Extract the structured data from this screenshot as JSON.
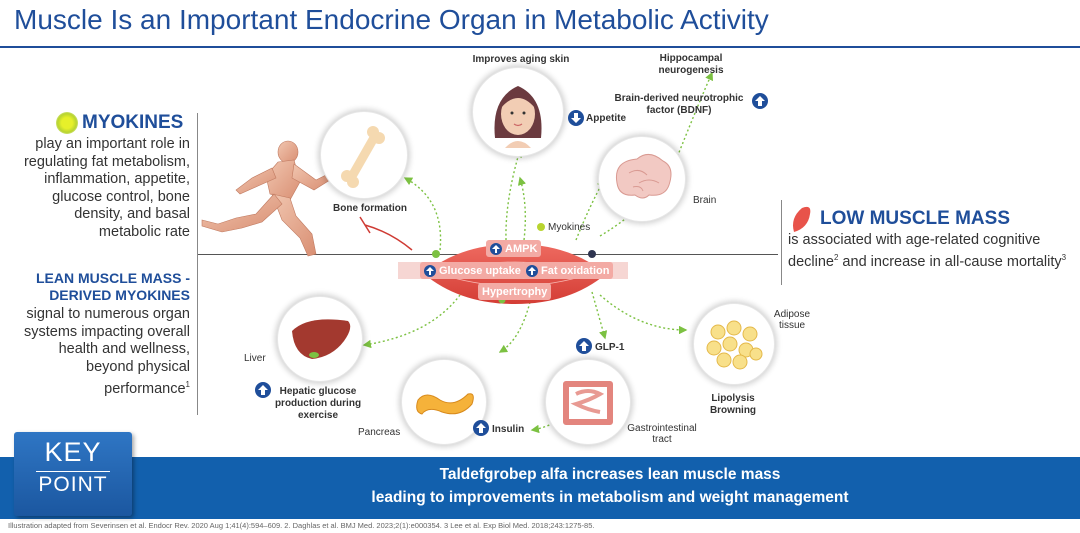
{
  "title": "Muscle Is an Important Endocrine Organ in Metabolic Activity",
  "left": {
    "myokines_title": "MYOKINES",
    "myokines_desc": "play an important role in regulating fat metabolism, inflammation, appetite, glucose control, bone density, and basal metabolic rate",
    "lean_title": "LEAN MUSCLE MASS -DERIVED MYOKINES",
    "lean_desc": "signal to numerous organ systems impacting overall health and wellness, beyond physical performance",
    "lean_desc_sup": "1"
  },
  "right": {
    "title": "LOW MUSCLE MASS",
    "desc_part1": "is associated with age-related cognitive decline",
    "sup1": "2",
    "desc_part2": " and increase in all-cause mortality",
    "sup2": "3"
  },
  "diagram": {
    "skin": "Improves aging skin",
    "hippocampal": "Hippocampal neurogenesis",
    "bdnf": "Brain-derived neurotrophic factor (BDNF)",
    "appetite": "Appetite",
    "brain": "Brain",
    "bone": "Bone formation",
    "myokines": "Myokines",
    "ampk": "AMPK",
    "glucose_uptake": "Glucose uptake",
    "fat_oxidation": "Fat oxidation",
    "hypertrophy": "Hypertrophy",
    "adipose": "Adipose tissue",
    "lipolysis": "Lipolysis Browning",
    "liver": "Liver",
    "hepatic": "Hepatic glucose production during exercise",
    "pancreas": "Pancreas",
    "insulin": "Insulin",
    "glp1": "GLP-1",
    "gi": "Gastrointestinal tract"
  },
  "keypoint": {
    "line1": "KEY",
    "line2": "POINT"
  },
  "banner": {
    "line1": "Taldefgrobep alfa increases lean muscle mass",
    "line2": "leading to improvements in metabolism and weight management"
  },
  "footnote": "Illustration adapted from Severinsen et al. Endocr Rev. 2020 Aug 1;41(4):594–609. 2. Daghlas et al. BMJ Med. 2023;2(1):e000354. 3 Lee et al. Exp Biol Med. 2018;243:1275-85.",
  "colors": {
    "brand_blue": "#1f4e9a",
    "banner_blue": "#1260ad",
    "muscle_red": "#e8534a",
    "arrow_green": "#7cc142"
  },
  "icons": [
    "up-arrow-icon",
    "down-arrow-icon",
    "runner-figure",
    "bone-icon",
    "face-icon",
    "brain-icon",
    "liver-icon",
    "pancreas-icon",
    "intestine-icon",
    "fat-cells-icon",
    "muscle-icon"
  ]
}
